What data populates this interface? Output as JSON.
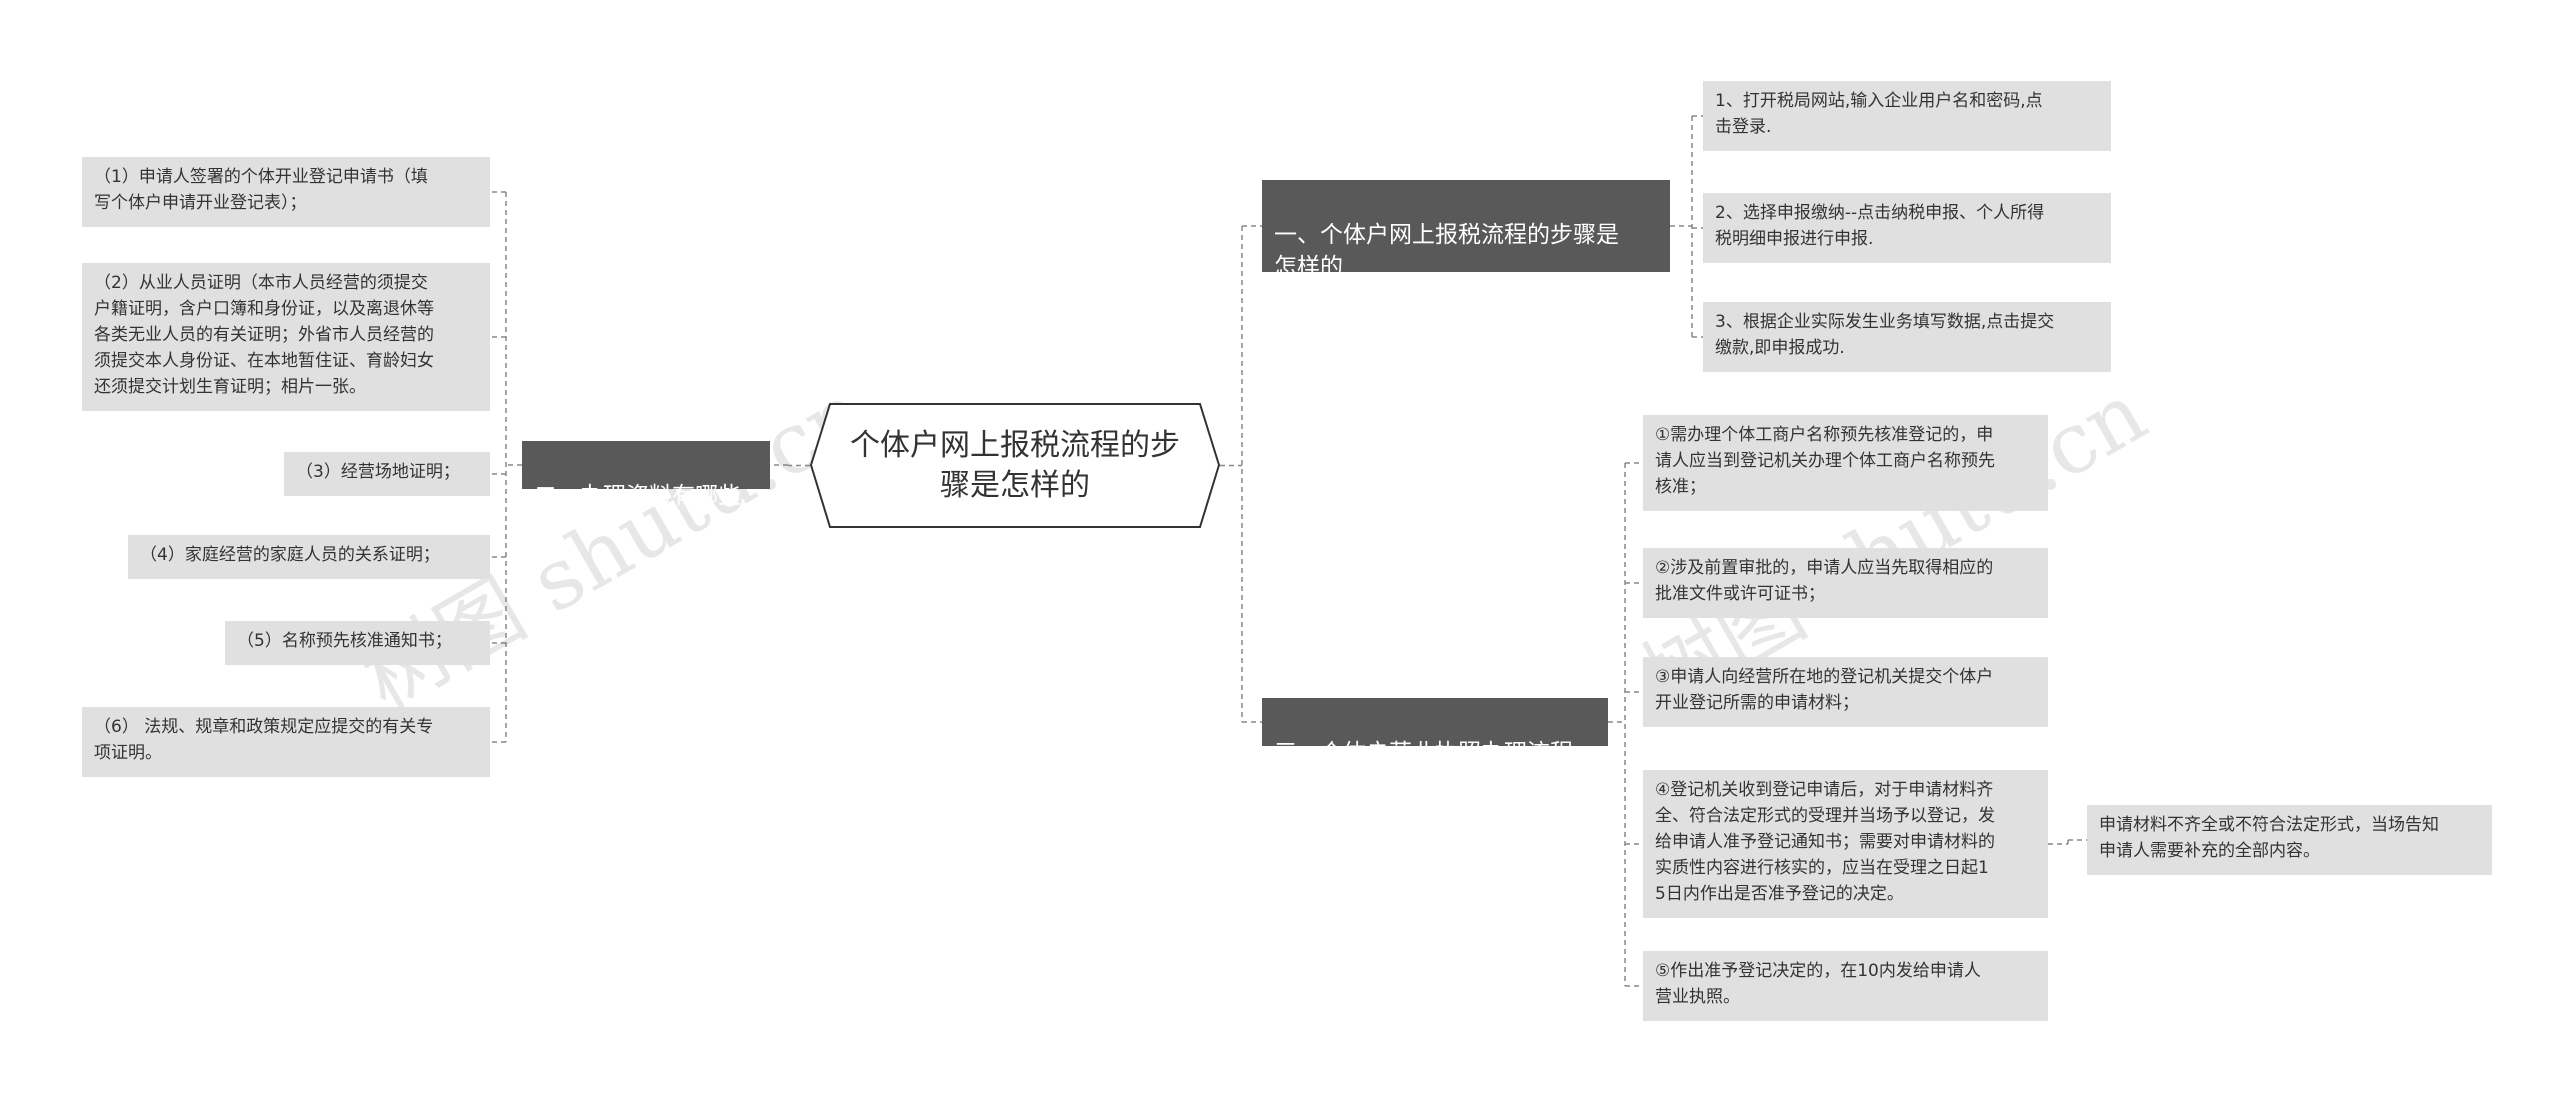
{
  "root": {
    "title": "个体户网上报税流程的步\n骤是怎样的"
  },
  "branches": {
    "b1": {
      "label": "一、个体户网上报税流程的步骤是\n怎样的"
    },
    "b2": {
      "label": "二、办理资料有哪些"
    },
    "b3": {
      "label": "三、个体户营业执照办理流程"
    }
  },
  "leaves": {
    "r1": "1、打开税局网站,输入企业用户名和密码,点\n击登录.",
    "r2": "2、选择申报缴纳--点击纳税申报、个人所得\n税明细申报进行申报.",
    "r3": "3、根据企业实际发生业务填写数据,点击提交\n缴款,即申报成功.",
    "l1": "（1）申请人签署的个体开业登记申请书（填\n写个体户申请开业登记表）；",
    "l2": "（2）从业人员证明（本市人员经营的须提交\n户籍证明，含户口簿和身份证，以及离退休等\n各类无业人员的有关证明；外省市人员经营的\n须提交本人身份证、在本地暂住证、育龄妇女\n还须提交计划生育证明；相片一张。",
    "l3": "（3）经营场地证明；",
    "l4": "（4）家庭经营的家庭人员的关系证明；",
    "l5": "（5）名称预先核准通知书；",
    "l6": "（6） 法规、规章和政策规定应提交的有关专\n项证明。",
    "p1": "①需办理个体工商户名称预先核准登记的，申\n请人应当到登记机关办理个体工商户名称预先\n核准；",
    "p2": "②涉及前置审批的，申请人应当先取得相应的\n批准文件或许可证书；",
    "p3": "③申请人向经营所在地的登记机关提交个体户\n开业登记所需的申请材料；",
    "p4": "④登记机关收到登记申请后，对于申请材料齐\n全、符合法定形式的受理并当场予以登记，发\n给申请人准予登记通知书；需要对申请材料的\n实质性内容进行核实的，应当在受理之日起1\n5日内作出是否准予登记的决定。",
    "p5": "⑤作出准予登记决定的，在10内发给申请人\n营业执照。",
    "p4a": "申请材料不齐全或不符合法定形式，当场告知\n申请人需要补充的全部内容。"
  },
  "watermarks": [
    "树图 shutu.cn",
    "树图 shutu.cn"
  ],
  "colors": {
    "branch_bg": "#595959",
    "leaf_bg": "#e0e0e0",
    "line": "#888888",
    "text": "#333333"
  }
}
